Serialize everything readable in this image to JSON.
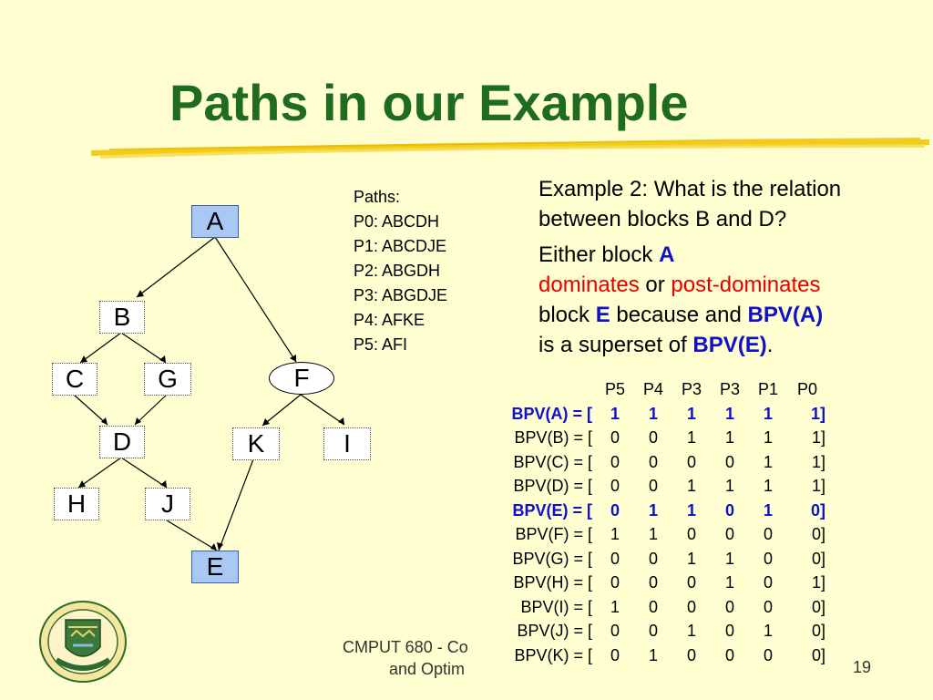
{
  "slide": {
    "title": "Paths in our Example",
    "page_number": "19",
    "footer_line1": "CMPUT 680 - Co",
    "footer_line2": "and Optim"
  },
  "graph": {
    "nodes": {
      "A": "A",
      "B": "B",
      "C": "C",
      "G": "G",
      "D": "D",
      "H": "H",
      "J": "J",
      "E": "E",
      "F": "F",
      "K": "K",
      "I": "I"
    }
  },
  "paths": {
    "heading": "Paths:",
    "items": [
      "P0: ABCDH",
      "P1: ABCDJE",
      "P2: ABGDH",
      "P3: ABGDJE",
      "P4: AFKE",
      "P5: AFI"
    ]
  },
  "explanation": {
    "question": "Example 2: What is the relation between blocks B and D?",
    "t1": "Either block ",
    "a": "A",
    "dominates": "dominates",
    "or": " or ",
    "post_dominates": "post-dominates",
    "t2": "block ",
    "e": "E",
    "t3": " because and ",
    "bpva": "BPV(A)",
    "t4": "is a superset of ",
    "bpve": "BPV(E)",
    "t5": "."
  },
  "bpv_table": {
    "columns": [
      "P5",
      "P4",
      "P3",
      "P3",
      "P1",
      "P0"
    ],
    "rows": [
      {
        "label": "BPV(A) = [",
        "values": [
          "1",
          "1",
          "1",
          "1",
          "1",
          "1]"
        ],
        "highlight": true
      },
      {
        "label": "BPV(B) = [",
        "values": [
          "0",
          "0",
          "1",
          "1",
          "1",
          "1]"
        ],
        "highlight": false
      },
      {
        "label": "BPV(C) = [",
        "values": [
          "0",
          "0",
          "0",
          "0",
          "1",
          "1]"
        ],
        "highlight": false
      },
      {
        "label": "BPV(D) = [",
        "values": [
          "0",
          "0",
          "1",
          "1",
          "1",
          "1]"
        ],
        "highlight": false
      },
      {
        "label": "BPV(E) = [",
        "values": [
          "0",
          "1",
          "1",
          "0",
          "1",
          "0]"
        ],
        "highlight": true
      },
      {
        "label": "BPV(F) = [",
        "values": [
          "1",
          "1",
          "0",
          "0",
          "0",
          "0]"
        ],
        "highlight": false
      },
      {
        "label": "BPV(G) = [",
        "values": [
          "0",
          "0",
          "1",
          "1",
          "0",
          "0]"
        ],
        "highlight": false
      },
      {
        "label": "BPV(H) = [",
        "values": [
          "0",
          "0",
          "0",
          "1",
          "0",
          "1]"
        ],
        "highlight": false
      },
      {
        "label": "BPV(I) = [",
        "values": [
          "1",
          "0",
          "0",
          "0",
          "0",
          "0]"
        ],
        "highlight": false
      },
      {
        "label": "BPV(J) = [",
        "values": [
          "0",
          "0",
          "1",
          "0",
          "1",
          "0]"
        ],
        "highlight": false
      },
      {
        "label": "BPV(K) = [",
        "values": [
          "0",
          "1",
          "0",
          "0",
          "0",
          "0]"
        ],
        "highlight": false
      }
    ]
  },
  "colors": {
    "background": "#fefed0",
    "title": "#1f6b1f",
    "highlight_blue": "#1010cc",
    "highlight_red": "#e60000",
    "node_blue": "#a9c8f3"
  },
  "icons": {
    "seal": "university-of-alberta-seal-icon"
  }
}
